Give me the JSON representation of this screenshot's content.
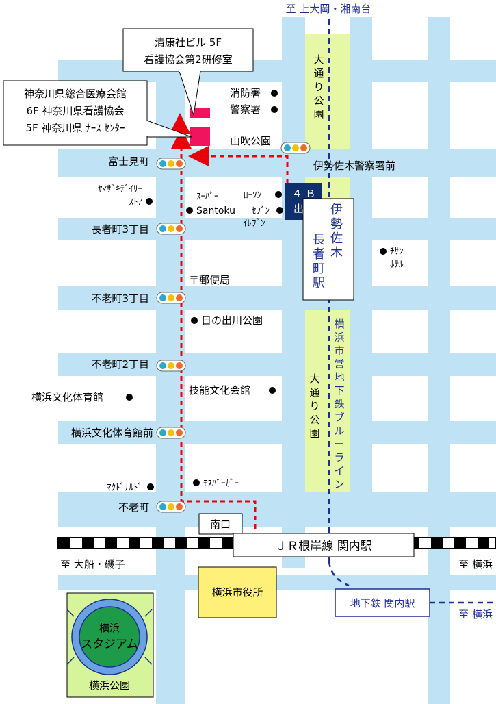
{
  "directions": {
    "north": "至 上大岡・湘南台",
    "southwest": "至 大船・磯子",
    "southeast": "至 横浜",
    "east_subway": "至 横浜"
  },
  "callouts": {
    "seikousha": [
      "清康社ビル 5F",
      "看護協会第2研修室"
    ],
    "kanagawa_center": [
      "神奈川県総合医療会館",
      "6F 神奈川県看護協会",
      "5F 神奈川県 ﾅｰｽ ｾﾝﾀｰ"
    ]
  },
  "parks": {
    "oodori_north": "大通り公園",
    "oodori_south": "大通り公園"
  },
  "intersections": {
    "yamabuki": "山吹公園",
    "fujimi": "富士見町",
    "choja3": "長者町3丁目",
    "oimatsu3": "不老町3丁目",
    "oimatsu2": "不老町2丁目",
    "taiikukan_mae": "横浜文化体育館前",
    "oimatsu": "不老町",
    "isezaki_police": "伊勢佐木警察署前"
  },
  "landmarks": {
    "fire_station": "消防署",
    "police_station": "警察署",
    "yamazaki": [
      "ﾔﾏｻﾞｷﾃﾞｲﾘｰ",
      "ｽﾄｱ"
    ],
    "super_santoku": [
      "ｽｰﾊﾟｰ",
      "Santoku"
    ],
    "lawson": "ﾛｰｿﾝ",
    "seven_eleven": [
      "ｾﾌﾞﾝ",
      "ｲﾚﾌﾞﾝ"
    ],
    "chisun_hotel": [
      "ﾁｻﾝ",
      "ﾎﾃﾙ"
    ],
    "post_office": "〒郵便局",
    "hinodegawa_park": "日の出川公園",
    "ginou_bunka": "技能文化会館",
    "bunka_taiikukan": "横浜文化体育館",
    "mcdonalds": "ﾏｸﾄﾞﾅﾙﾄﾞ",
    "mos_burger": "ﾓｽﾊﾞｰｶﾞｰ",
    "city_hall": "横浜市役所",
    "stadium": [
      "横浜",
      "スタジアム"
    ],
    "yokohama_park": "横浜公園"
  },
  "stations": {
    "exit_4b": [
      "４ Ｂ",
      "出口"
    ],
    "isezaki": [
      "伊",
      "勢",
      "佐",
      "木",
      "長",
      "者",
      "町",
      "駅"
    ],
    "subway_line": [
      "横",
      "浜",
      "市",
      "営",
      "地",
      "下",
      "鉄",
      "ブ",
      "ル",
      "ー",
      "ラ",
      "イ",
      "ン"
    ],
    "south_exit": "南口",
    "jr_kannai": "ＪＲ根岸線 関内駅",
    "subway_kannai": "地下鉄 関内駅"
  },
  "colors": {
    "road": "#bfe3f5",
    "park": "#e6f8a6",
    "building": "#f0145e",
    "route": "#e8000a",
    "subway": "#1f2f8f",
    "station_box": "#0f2f6e",
    "city_hall": "#fff07a",
    "stadium_outer": "#6aa1e0",
    "stadium_inner": "#1e9b48"
  }
}
